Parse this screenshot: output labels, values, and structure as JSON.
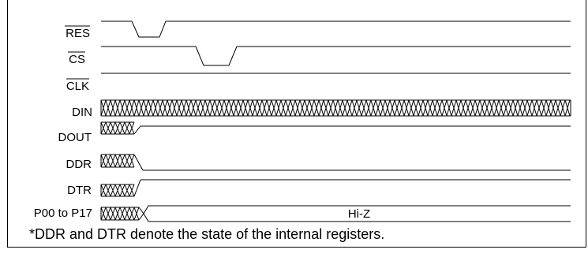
{
  "diagram": {
    "signals": [
      {
        "name": "RES",
        "overline": true
      },
      {
        "name": "CS",
        "overline": true
      },
      {
        "name": "CLK",
        "overline": true
      },
      {
        "name": "DIN",
        "overline": false
      },
      {
        "name": "DOUT",
        "overline": false
      },
      {
        "name": "DDR",
        "overline": false
      },
      {
        "name": "DTR",
        "overline": false
      },
      {
        "name": "P00 to P17",
        "overline": false
      }
    ],
    "hi_z_label": "Hi-Z",
    "footnote": "*DDR and DTR denote the state of the internal registers."
  }
}
